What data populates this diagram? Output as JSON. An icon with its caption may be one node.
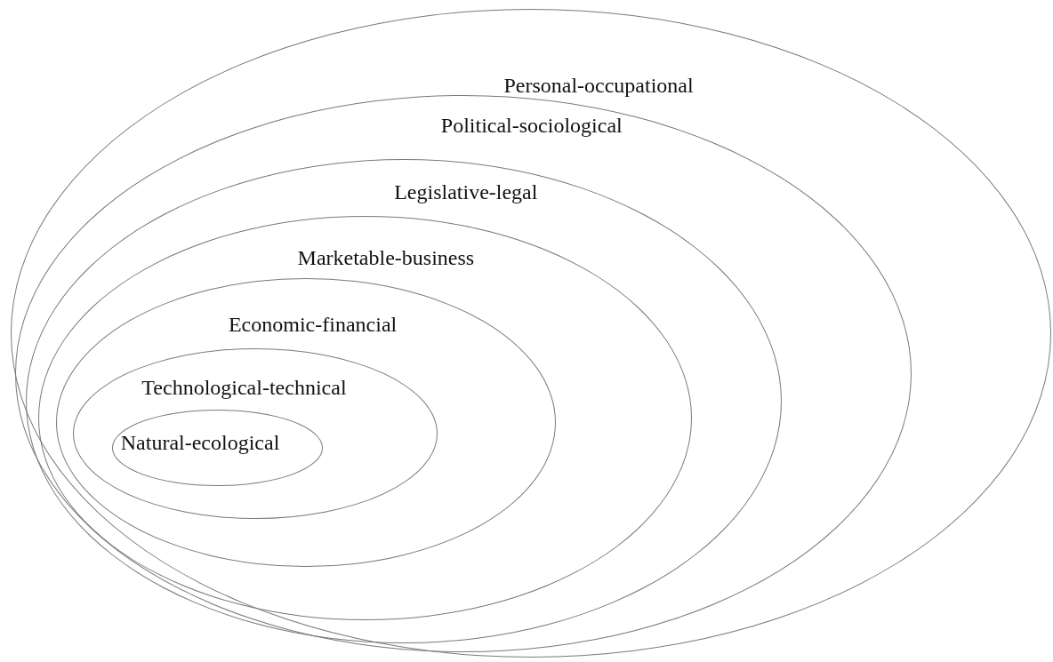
{
  "diagram": {
    "nodes": [
      {
        "text": [
          "Personal-occupational"
        ]
      },
      {
        "text": [
          "Political-sociological"
        ],
        "in": 0
      },
      {
        "text": [
          "Legislative-legal"
        ],
        "in": 1
      },
      {
        "text": [
          "Marketable-business"
        ],
        "in": 2
      },
      {
        "text": [
          "Economic-financial"
        ],
        "in": 3
      },
      {
        "text": [
          "Technological-technical"
        ],
        "in": 4
      },
      {
        "text": [
          "Natural-ecological"
        ],
        "in": 5
      }
    ]
  }
}
